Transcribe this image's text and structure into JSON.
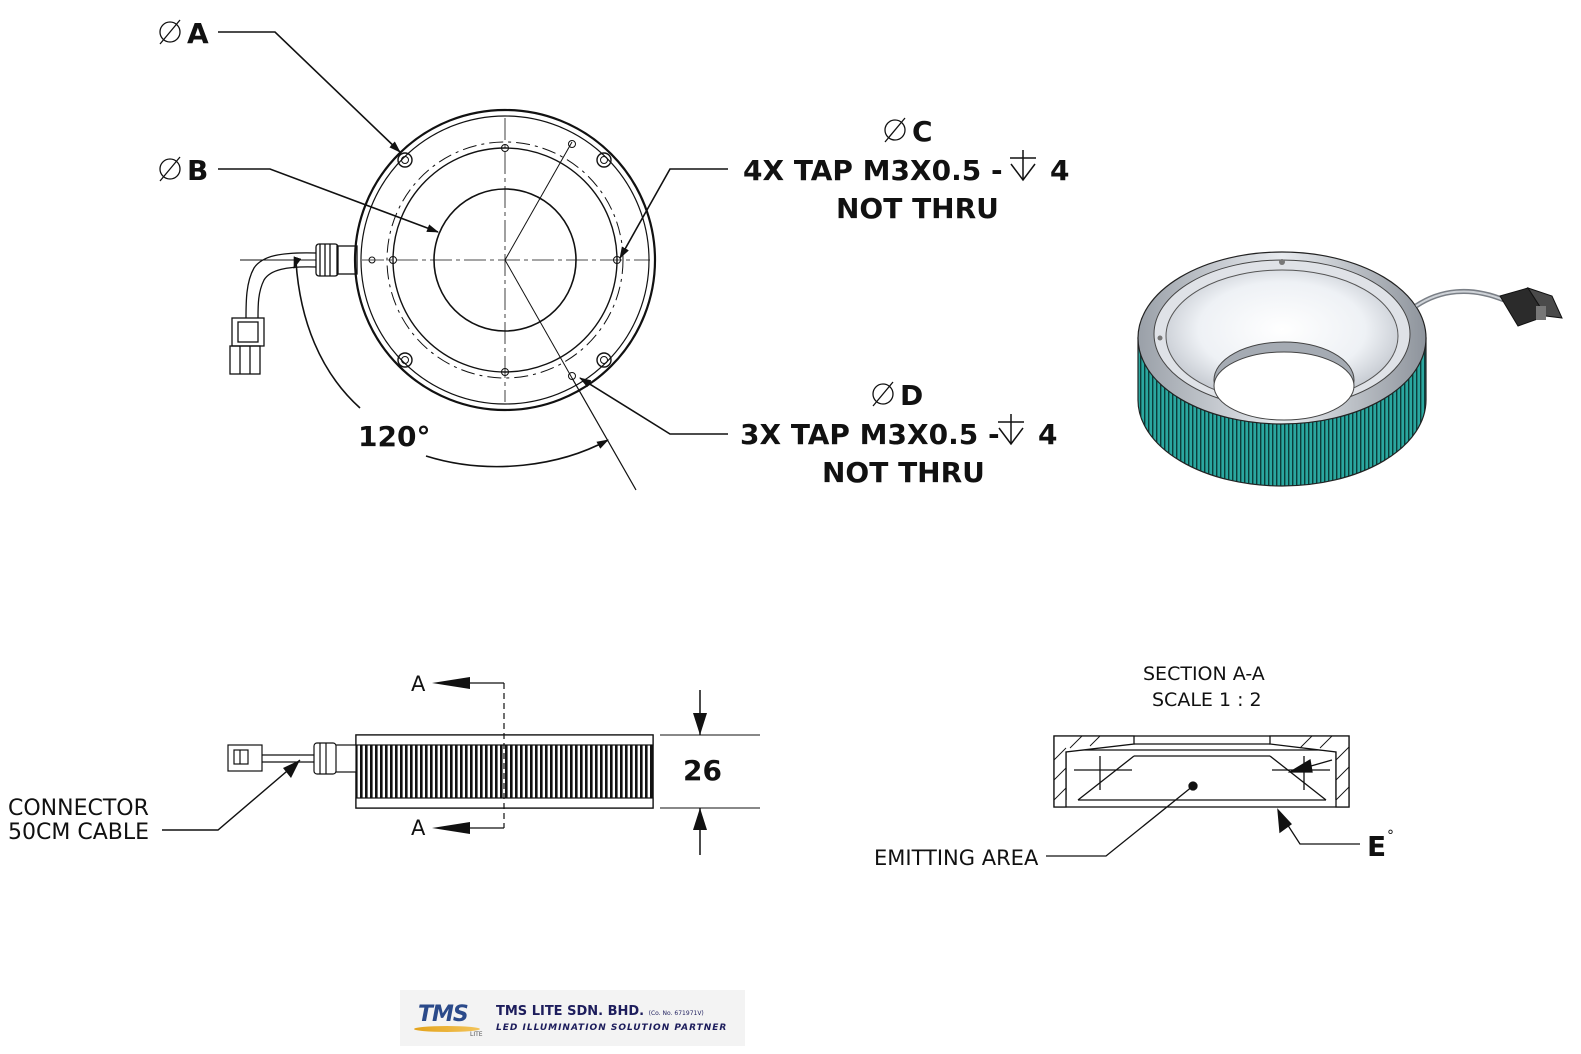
{
  "top_view": {
    "label_a": "A",
    "label_b": "B",
    "label_c": "C",
    "label_d": "D",
    "note_c_line1": "4X TAP M3X0.5  -",
    "note_c_depth": "4",
    "note_c_line2": "NOT THRU",
    "note_d_line1": "3X TAP M3X0.5 -",
    "note_d_depth": "4",
    "note_d_line2": "NOT THRU",
    "angle": "120°"
  },
  "side_view": {
    "section_mark_top": "A",
    "section_mark_bottom": "A",
    "height_dim": "26",
    "connector_line1": "CONNECTOR",
    "connector_line2": "50CM CABLE"
  },
  "section_view": {
    "title": "SECTION A-A",
    "scale": "SCALE 1 : 2",
    "emitting_label": "EMITTING AREA",
    "angle_label": "E",
    "angle_degree": "°"
  },
  "logo": {
    "mark": "TMS",
    "mark_sub": "LITE",
    "company": "TMS LITE SDN. BHD.",
    "reg_no": "(Co. No. 671971V)",
    "tagline": "LED ILLUMINATION SOLUTION PARTNER"
  },
  "colors": {
    "line": "#111111",
    "led_teal": "#1f8f8a",
    "housing_gray": "#c9ccd3"
  }
}
